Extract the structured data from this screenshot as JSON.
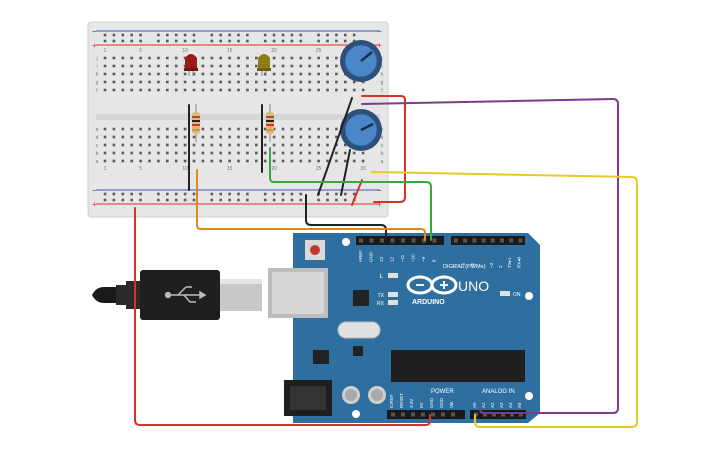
{
  "board": {
    "brand": "ARDUINO",
    "model": "UNO",
    "digital_label": "DIGITAL (PWM~)",
    "power_label": "POWER",
    "analog_label": "ANALOG IN",
    "on_label": "ON",
    "tx_label": "TX",
    "rx_label": "RX",
    "l_label": "L",
    "digital_pins_left": [
      "AREF",
      "GND",
      "13",
      "12",
      "~11",
      "~10",
      "~9",
      "8"
    ],
    "digital_pins_right": [
      "7",
      "~6",
      "~5",
      "4",
      "~3",
      "2",
      "TX▸1",
      "RX◂0"
    ],
    "power_pins": [
      "IOREF",
      "RESET",
      "3.3V",
      "5V",
      "GND",
      "GND",
      "Vin"
    ],
    "analog_pins": [
      "A0",
      "A1",
      "A2",
      "A3",
      "A4",
      "A5"
    ]
  },
  "breadboard": {
    "row_numbers": [
      "1",
      "5",
      "10",
      "15",
      "20",
      "25",
      "30"
    ],
    "row_letters_top": [
      "j",
      "i",
      "h",
      "g",
      "f"
    ],
    "row_letters_bottom": [
      "e",
      "d",
      "c",
      "b",
      "a"
    ]
  },
  "components": [
    {
      "name": "led-red",
      "color": "#8b1a1a"
    },
    {
      "name": "led-yellow",
      "color": "#8b7a1a"
    },
    {
      "name": "resistor",
      "color": "#d6b47a"
    },
    {
      "name": "potentiometer",
      "color": "#4a86c8"
    }
  ],
  "colors": {
    "board": "#2f6f9f",
    "breadboard": "#e9e9e9",
    "wire_red": "#d9322b",
    "wire_black": "#222222",
    "wire_orange": "#e0881c",
    "wire_green": "#3aa83a",
    "wire_yellow": "#e9c928",
    "wire_purple": "#7d3a8f"
  }
}
